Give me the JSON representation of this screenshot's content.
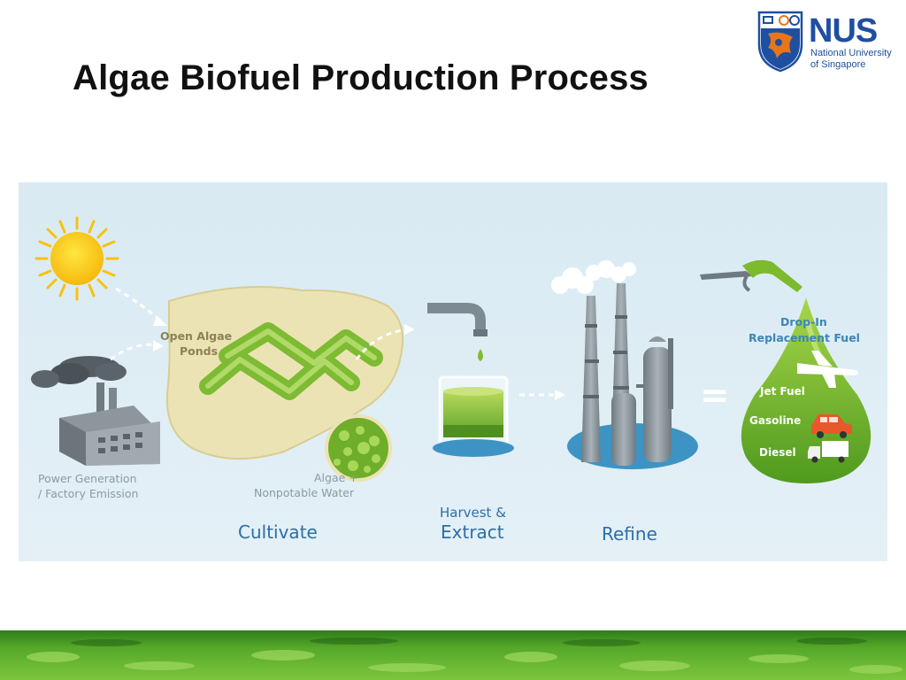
{
  "slide": {
    "title": "Algae Biofuel Production Process"
  },
  "logo": {
    "name": "NUS",
    "line1": "National University",
    "line2": "of Singapore"
  },
  "diagram": {
    "emission_label_1": "Power Generation",
    "emission_label_2": "/ Factory Emission",
    "ponds_label_1": "Open Algae",
    "ponds_label_2": "Ponds",
    "water_label_1": "Algae +",
    "water_label_2": "Nonpotable Water",
    "stage_cultivate": "Cultivate",
    "stage_harvest_1": "Harvest &",
    "stage_harvest_2": "Extract",
    "stage_refine": "Refine",
    "fuel_title_1": "Drop-In",
    "fuel_title_2": "Replacement Fuel",
    "fuel_jet": "Jet Fuel",
    "fuel_gasoline": "Gasoline",
    "fuel_diesel": "Diesel",
    "equals_sign": "="
  },
  "colors": {
    "background_panel": "#dcebf2",
    "algae_green": "#74b52c",
    "nus_blue": "#1f4fa0",
    "nus_orange": "#e8751a"
  }
}
